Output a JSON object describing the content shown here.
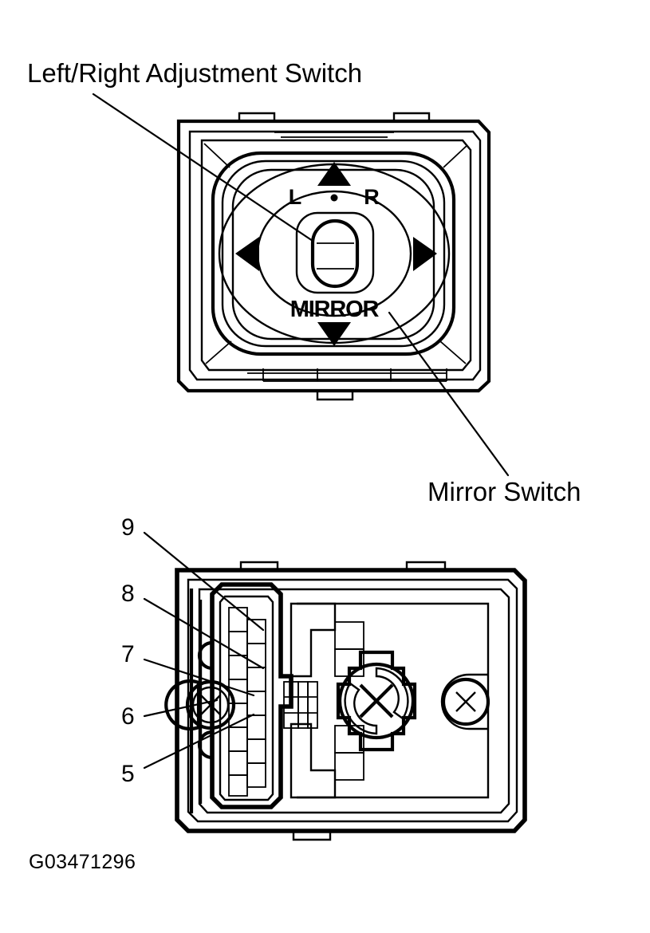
{
  "figure": {
    "id": "G03471296",
    "domain": "technical-line-diagram",
    "description": "Power mirror switch assembly: front face view and rear housing view with numbered component callouts"
  },
  "callout_labels": {
    "left_right_adjustment_switch": "Left/Right Adjustment Switch",
    "mirror_switch": "Mirror Switch"
  },
  "switch_face": {
    "selector_left": "L",
    "selector_separator": "·",
    "selector_right": "R",
    "function_label": "MIRROR",
    "arrow_up": "▲",
    "arrow_down": "▼",
    "arrow_left": "◀",
    "arrow_right": "▶"
  },
  "rear_housing": {
    "callouts": [
      {
        "number": "9"
      },
      {
        "number": "8"
      },
      {
        "number": "7"
      },
      {
        "number": "6"
      },
      {
        "number": "5"
      }
    ]
  },
  "colors": {
    "ink": "#000000",
    "paper": "#ffffff"
  }
}
